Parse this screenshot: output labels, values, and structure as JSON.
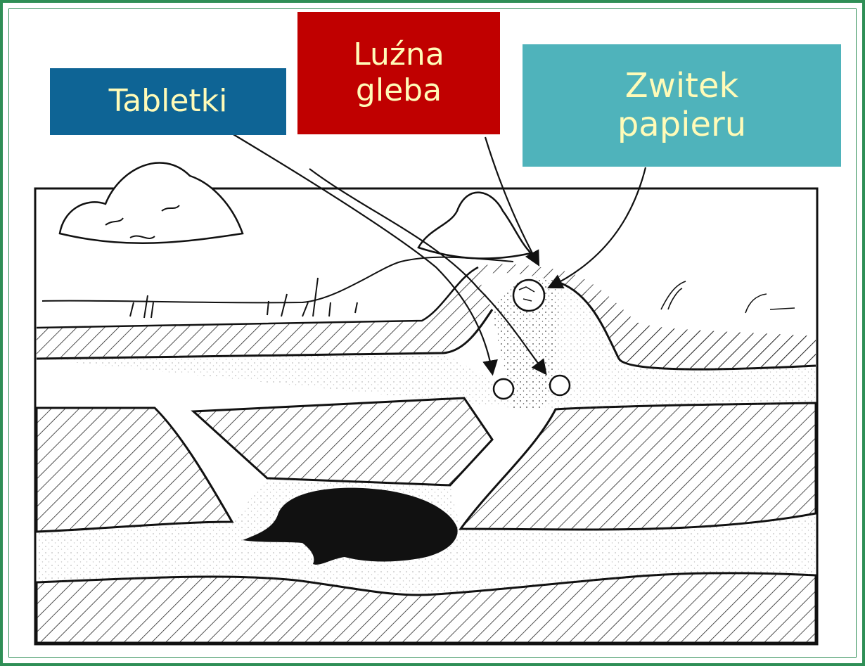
{
  "labels": {
    "tablets": "Tabletki",
    "loose_soil": "Luźna\ngleba",
    "paper_roll": "Zwitek\npapieru"
  },
  "colors": {
    "frame": "#2f8f56",
    "tablets_bg": "#0e6495",
    "loose_soil_bg": "#c00000",
    "paper_roll_bg": "#4fb3bb",
    "label_text": "#fffbb8",
    "ink": "#111111"
  }
}
